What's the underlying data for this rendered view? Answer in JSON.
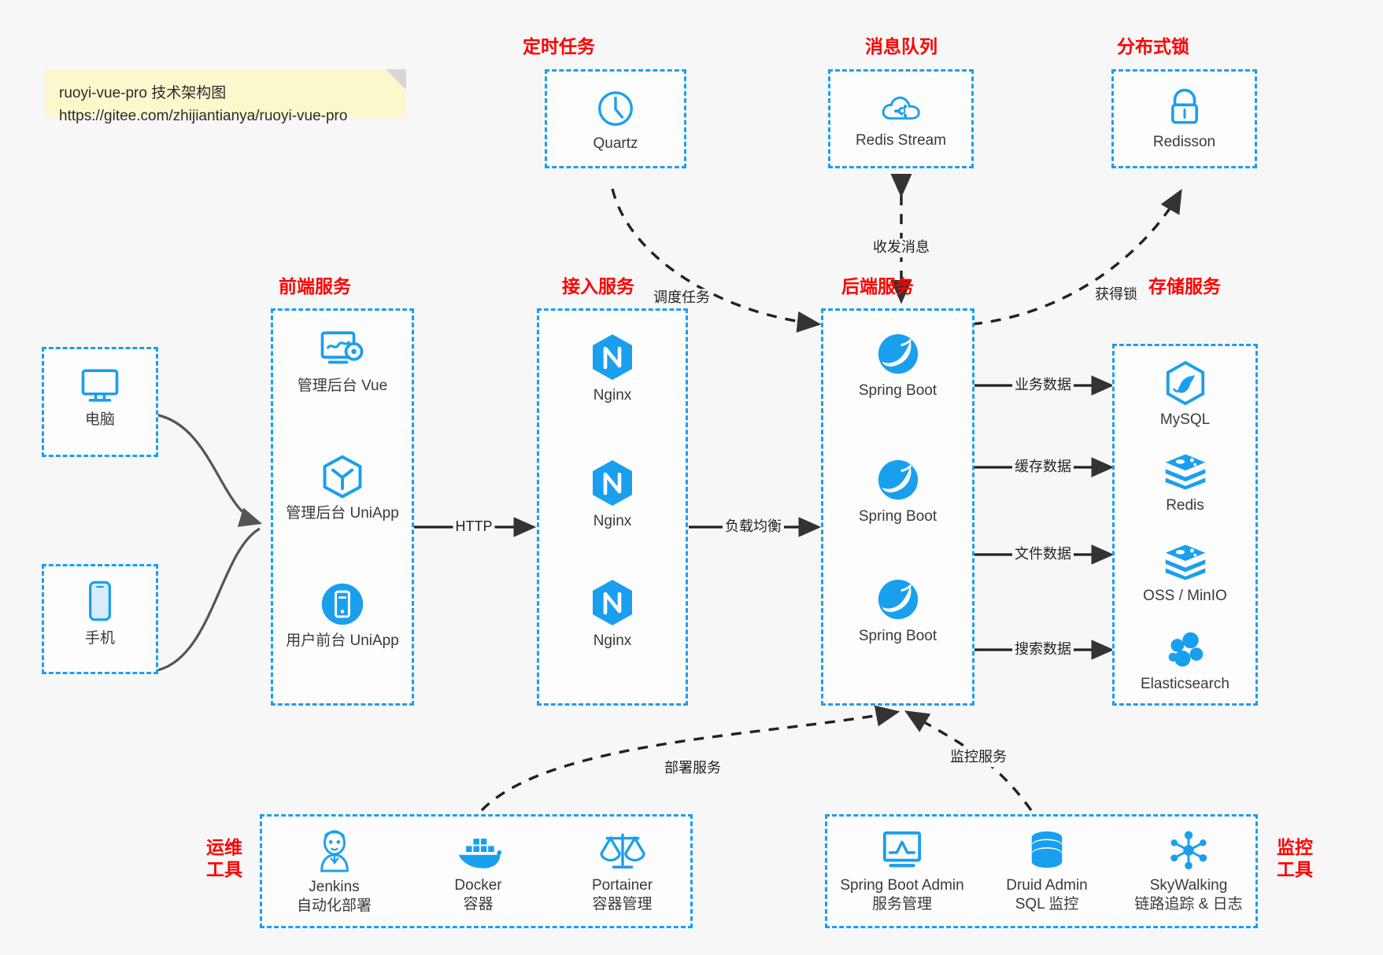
{
  "note": {
    "line1": "ruoyi-vue-pro 技术架构图",
    "line2": "https://gitee.com/zhijiantianya/ruoyi-vue-pro"
  },
  "colors": {
    "box_border": "#1a9fef",
    "group_label": "#ff0000",
    "icon_blue": "#1a9fef",
    "background": "#f7f7f7",
    "edge": "#333333"
  },
  "groups": {
    "scheduled_task": "定时任务",
    "message_queue": "消息队列",
    "distributed_lock": "分布式锁",
    "frontend_service": "前端服务",
    "gateway_service": "接入服务",
    "backend_service": "后端服务",
    "storage_service": "存储服务",
    "devops_tools_line1": "运维",
    "devops_tools_line2": "工具",
    "monitor_tools_line1": "监控",
    "monitor_tools_line2": "工具"
  },
  "nodes": {
    "quartz": {
      "label": "Quartz",
      "icon": "clock-icon"
    },
    "redis_stream": {
      "label": "Redis Stream",
      "icon": "cloud-stream-icon"
    },
    "redisson": {
      "label": "Redisson",
      "icon": "lock-icon"
    },
    "computer": {
      "label": "电脑",
      "icon": "desktop-monitor-icon"
    },
    "phone": {
      "label": "手机",
      "icon": "smartphone-icon"
    },
    "admin_vue": {
      "label": "管理后台 Vue",
      "icon": "dashboard-gear-icon"
    },
    "admin_uniapp": {
      "label": "管理后台 UniApp",
      "icon": "hexagon-cube-icon"
    },
    "user_uniapp": {
      "label": "用户前台 UniApp",
      "icon": "mobile-circle-icon"
    },
    "nginx_1": {
      "label": "Nginx",
      "icon": "nginx-hexagon-icon"
    },
    "nginx_2": {
      "label": "Nginx",
      "icon": "nginx-hexagon-icon"
    },
    "nginx_3": {
      "label": "Nginx",
      "icon": "nginx-hexagon-icon"
    },
    "springboot_1": {
      "label": "Spring Boot",
      "icon": "spring-leaf-icon"
    },
    "springboot_2": {
      "label": "Spring Boot",
      "icon": "spring-leaf-icon"
    },
    "springboot_3": {
      "label": "Spring Boot",
      "icon": "spring-leaf-icon"
    },
    "mysql": {
      "label": "MySQL",
      "icon": "mysql-dolphin-icon"
    },
    "redis": {
      "label": "Redis",
      "icon": "redis-stack-icon"
    },
    "oss_minio": {
      "label": "OSS / MinIO",
      "icon": "redis-stack-icon"
    },
    "elasticsearch": {
      "label": "Elasticsearch",
      "icon": "elasticsearch-cluster-icon"
    },
    "jenkins": {
      "label": "Jenkins",
      "sublabel": "自动化部署",
      "icon": "jenkins-butler-icon"
    },
    "docker": {
      "label": "Docker",
      "sublabel": "容器",
      "icon": "docker-whale-icon"
    },
    "portainer": {
      "label": "Portainer",
      "sublabel": "容器管理",
      "icon": "scales-icon"
    },
    "spring_boot_admin": {
      "label": "Spring Boot Admin",
      "sublabel": "服务管理",
      "icon": "chart-monitor-icon"
    },
    "druid_admin": {
      "label": "Druid Admin",
      "sublabel": "SQL 监控",
      "icon": "database-cylinder-icon"
    },
    "skywalking": {
      "label": "SkyWalking",
      "sublabel": "链路追踪 & 日志",
      "icon": "network-nodes-icon"
    }
  },
  "edges": {
    "schedule_task": "调度任务",
    "send_receive_message": "收发消息",
    "acquire_lock": "获得锁",
    "http": "HTTP",
    "load_balance": "负载均衡",
    "business_data": "业务数据",
    "cache_data": "缓存数据",
    "file_data": "文件数据",
    "search_data": "搜索数据",
    "deploy_service": "部署服务",
    "monitor_service": "监控服务"
  }
}
